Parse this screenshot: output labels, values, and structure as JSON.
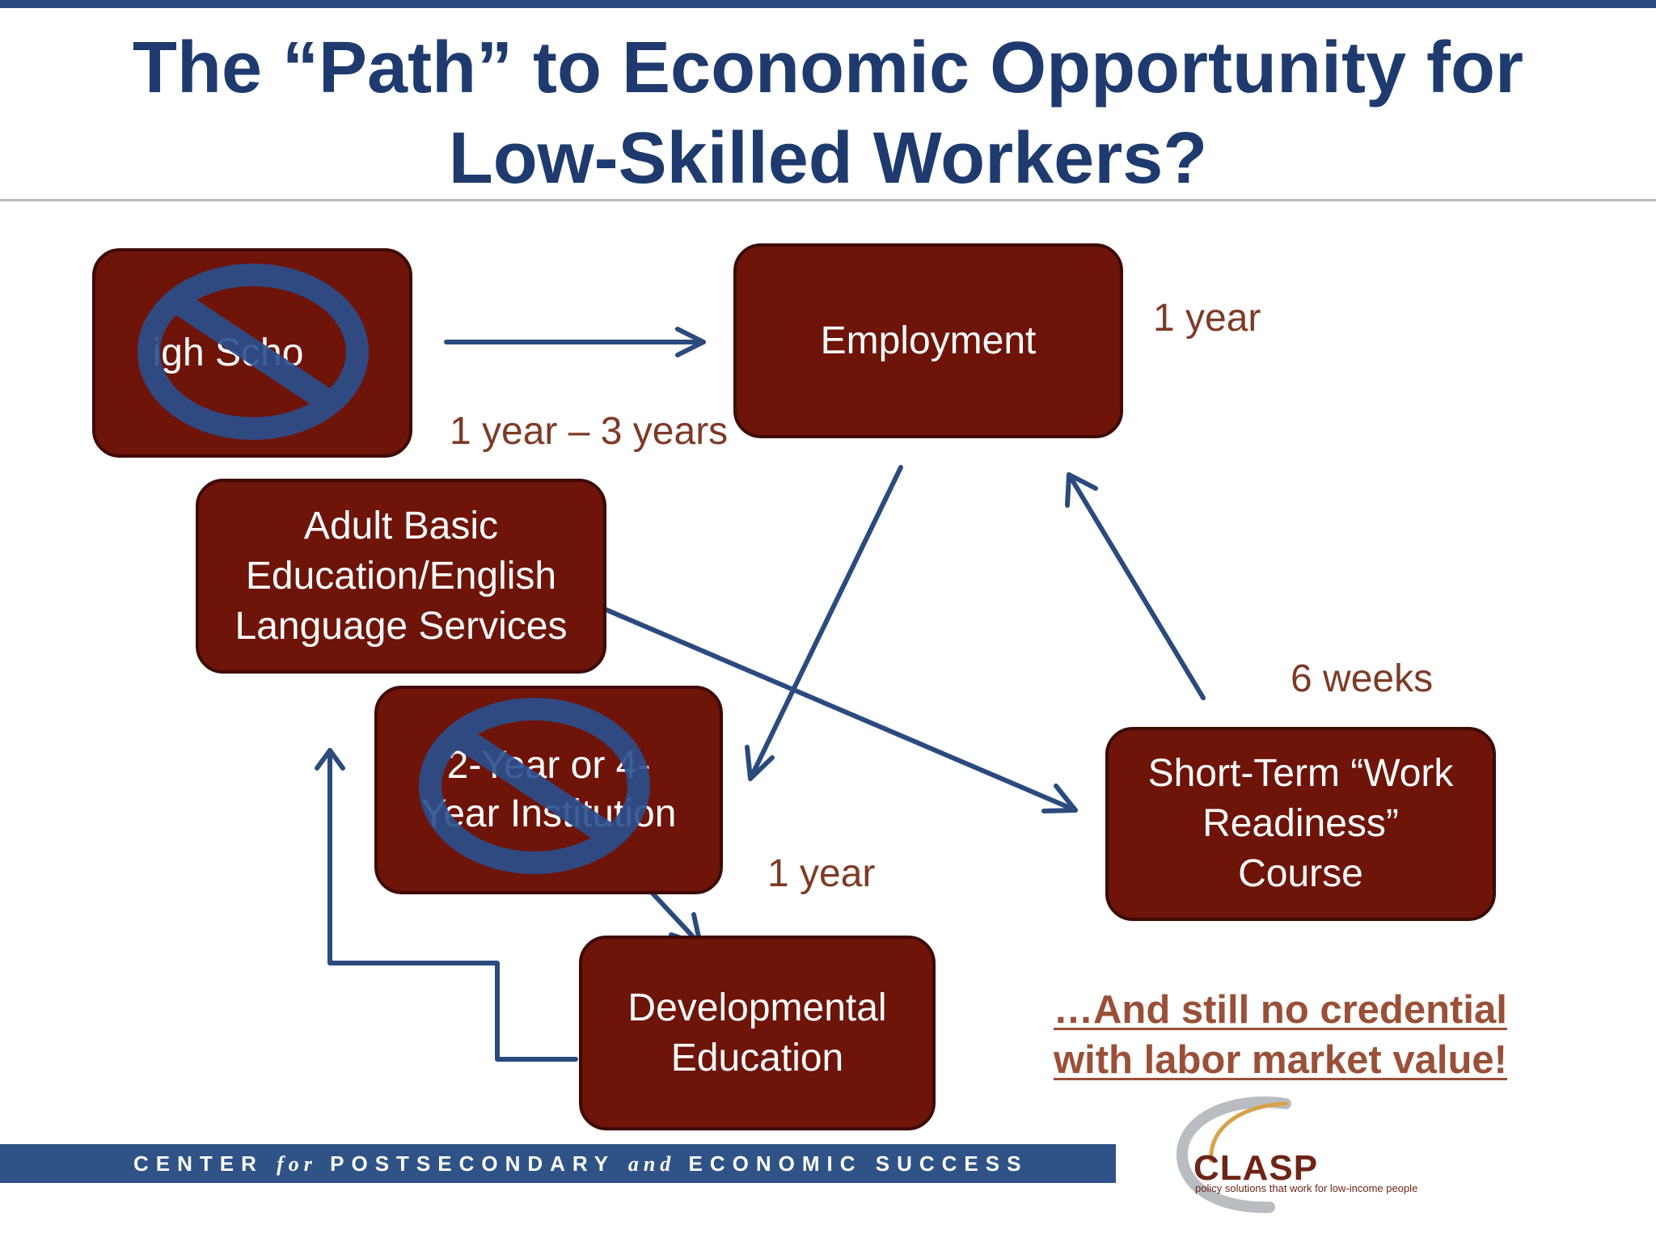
{
  "title": {
    "line1": "The “Path” to Economic Opportunity for",
    "line2": "Low-Skilled Workers?"
  },
  "boxes": {
    "high_school": "igh Scho",
    "employment": "Employment",
    "abe": "Adult Basic\nEducation/English\nLanguage Services",
    "institution": "2-Year or 4-\nYear Institution",
    "work_readiness": "Short-Term “Work\nReadiness”\nCourse",
    "dev_ed": "Developmental\nEducation"
  },
  "durations": {
    "employment": "1 year",
    "high_school": "1 year – 3 years",
    "work_readiness": "6 weeks",
    "institution": "1 year"
  },
  "note": {
    "line1": "…And still no credential",
    "line2": "with labor market value!"
  },
  "footer": {
    "part1": "CENTER ",
    "for": "for",
    "part2": " POSTSECONDARY ",
    "and": "and",
    "part3": " ECONOMIC SUCCESS"
  },
  "logo": {
    "name": "CLASP",
    "tagline": "policy solutions that work for low-income people"
  },
  "colors": {
    "title": "#1e3a6e",
    "box_fill": "#6e1409",
    "arrow": "#2b4a7e",
    "no_symbol": "#2a4f8f",
    "duration_text": "#7e3a26",
    "note_text": "#9a5038",
    "footer_bar": "#2f5387"
  },
  "icons": [
    "no-symbol-icon",
    "no-symbol-icon",
    "clasp-swoosh-icon"
  ]
}
